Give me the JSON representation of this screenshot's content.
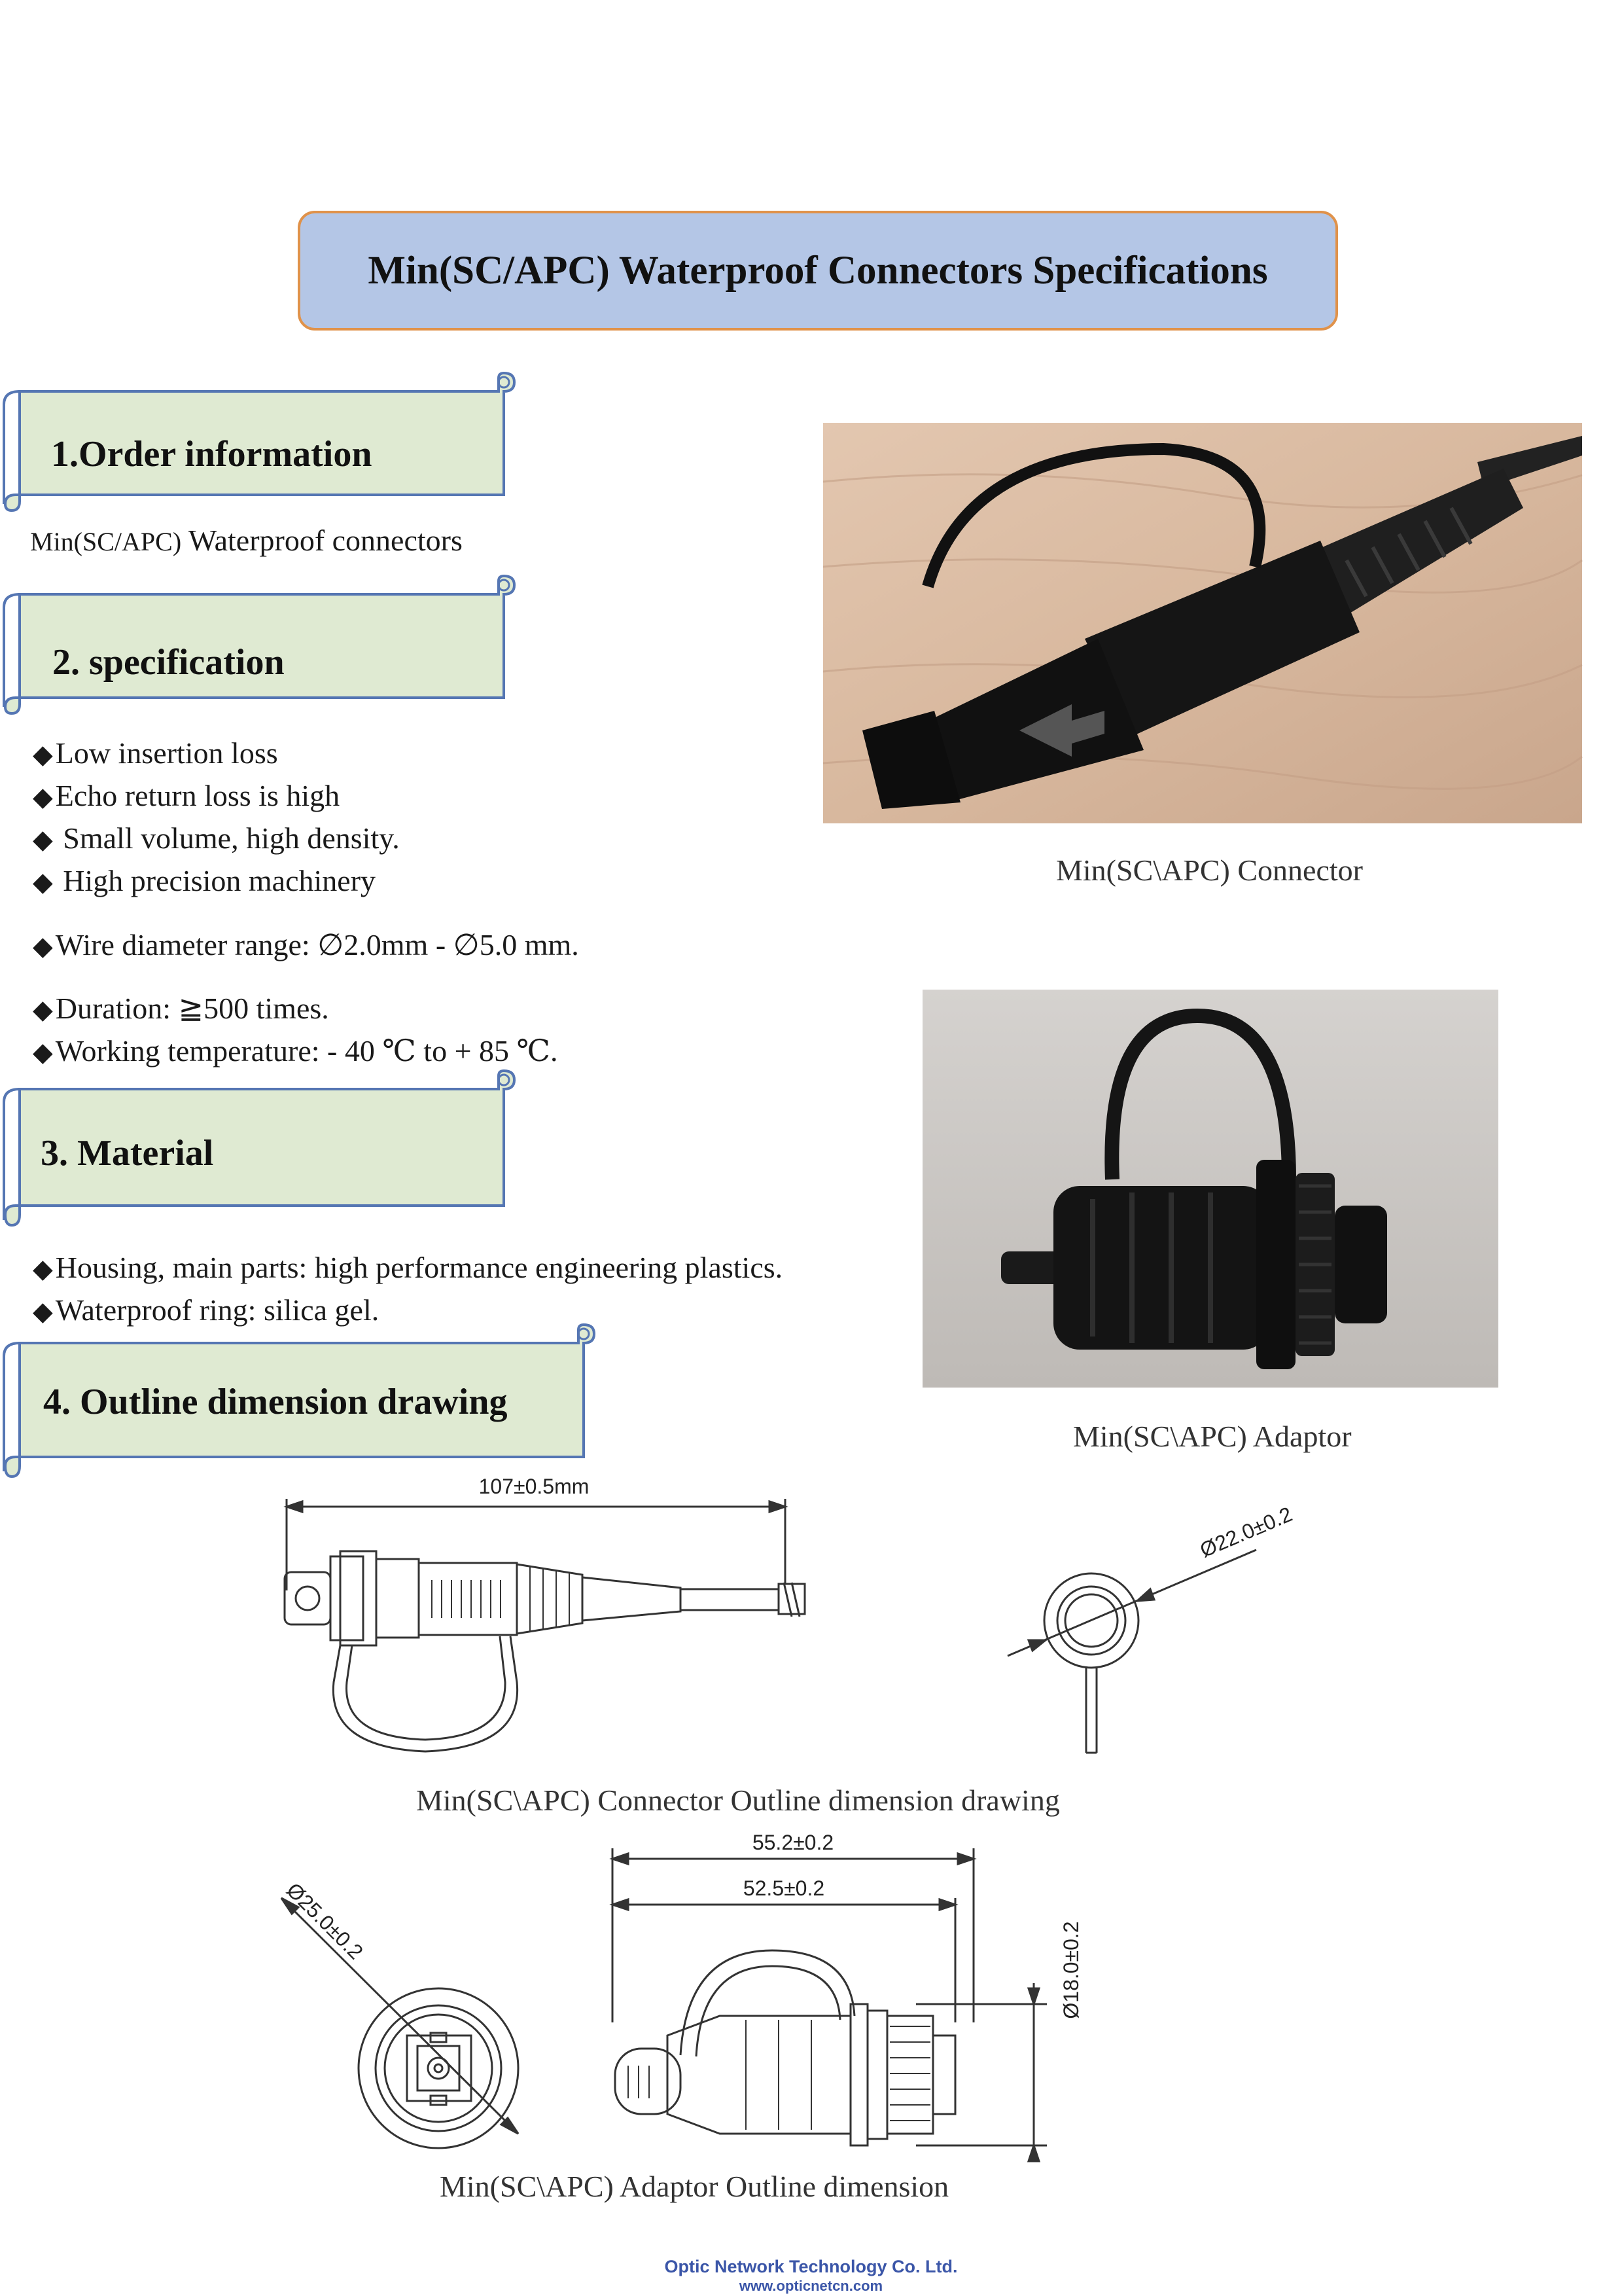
{
  "title": "Min(SC/APC) Waterproof Connectors Specifications",
  "sections": {
    "order": {
      "heading": "1.Order information",
      "text_prefix": "Min(SC/APC)",
      "text_suffix": " Waterproof connectors"
    },
    "spec": {
      "heading": "2. specification",
      "items": [
        "Low insertion loss",
        "Echo return loss is high",
        " Small volume, high density.",
        " High precision machinery",
        "Wire diameter range:  ∅2.0mm -  ∅5.0 mm.",
        "Duration: ≧500 times.",
        "Working temperature: - 40 ℃ to + 85 ℃."
      ]
    },
    "material": {
      "heading": "3. Material",
      "items": [
        "Housing, main parts: high performance engineering plastics.",
        "Waterproof ring: silica gel."
      ]
    },
    "outline": {
      "heading": "4. Outline dimension drawing"
    }
  },
  "bullet_glyph": "◆",
  "photos": {
    "connector_caption": "Min(SC\\APC) Connector",
    "adaptor_caption": "Min(SC\\APC) Adaptor"
  },
  "drawings": {
    "connector": {
      "length_label": "107±0.5mm",
      "diameter_label": "Ø22.0±0.2",
      "caption": "Min(SC\\APC) Connector Outline dimension drawing"
    },
    "adaptor": {
      "diameter_label": "Ø25.0±0.2",
      "outer_length_label": "55.2±0.2",
      "inner_length_label": "52.5±0.2",
      "height_label": "Ø18.0±0.2",
      "caption": "Min(SC\\APC)  Adaptor  Outline  dimension"
    }
  },
  "footer": {
    "company": "Optic Network Technology Co. Ltd.",
    "website": "www.opticnetcn.com"
  },
  "colors": {
    "title_fill": "#b4c6e6",
    "title_border": "#e0924a",
    "scroll_fill": "#dfead2",
    "scroll_border": "#5576b3",
    "footer_text": "#3b56a8"
  }
}
